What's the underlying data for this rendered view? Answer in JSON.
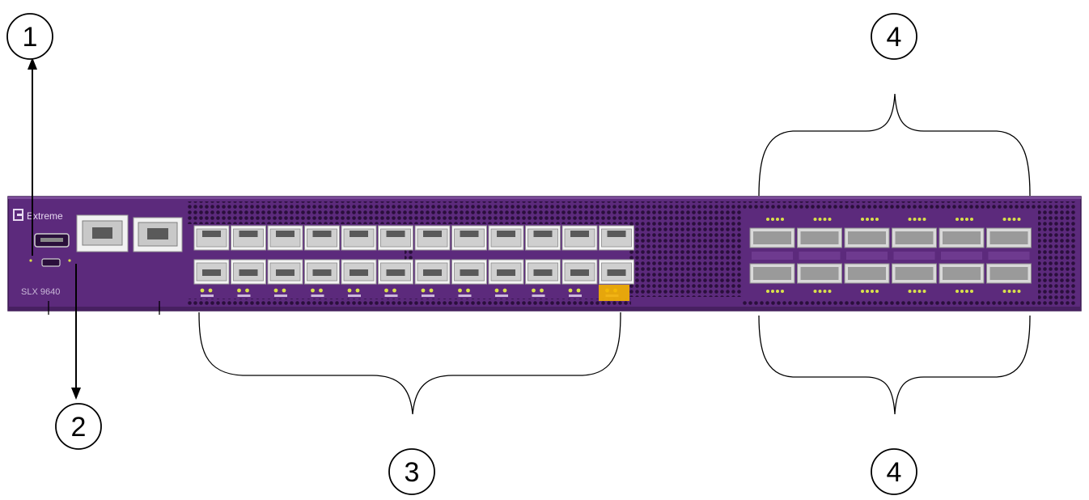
{
  "device": {
    "brand": "Extreme",
    "model": "SLX 9640",
    "colors": {
      "chassis": "#5c2a7c",
      "vent": "#2a0f3b",
      "led": "#d9e14a",
      "highlight": "#f5b400"
    }
  },
  "callouts": [
    {
      "id": "1",
      "label": "1"
    },
    {
      "id": "2",
      "label": "2"
    },
    {
      "id": "3",
      "label": "3"
    },
    {
      "id": "4a",
      "label": "4"
    },
    {
      "id": "4b",
      "label": "4"
    }
  ]
}
